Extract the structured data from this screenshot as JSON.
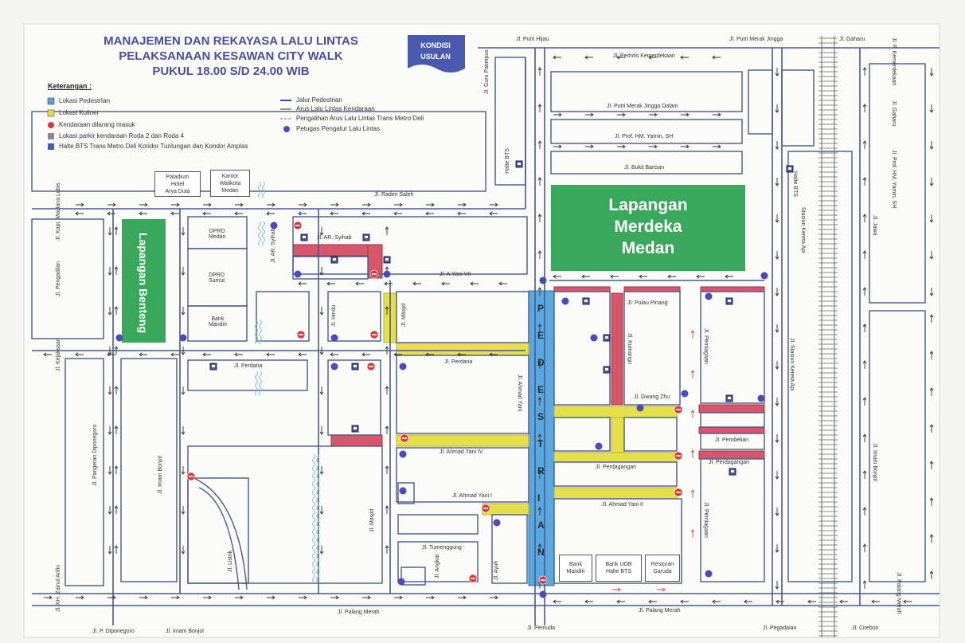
{
  "title": {
    "line1": "MANAJEMEN DAN REKAYASA LALU LINTAS",
    "line2": "PELAKSANAAN KESAWAN CITY WALK",
    "line3": "PUKUL 18.00 S/D 24.00 WIB"
  },
  "kondisi": {
    "line1": "KONDISI",
    "line2": "USULAN"
  },
  "legend": {
    "heading": "Keterangan :",
    "left": [
      {
        "text": "Lokasi PedestrIan",
        "color": "#5aa0d8"
      },
      {
        "text": "Lokasi Kuliner",
        "color": "#e8e04a"
      },
      {
        "text": "Kendaraan dilarang masuk",
        "color": "#d63a3a"
      },
      {
        "text": "Lokasi parkir kendaraan Roda 2 dan Roda 4",
        "color": "#8a8a8a"
      },
      {
        "text": "Halte BTS Trans Metro Deli Koridor Tuntungan dan Kondor Amplas",
        "color": "#4a5ab0"
      }
    ],
    "right": [
      {
        "text": "Jalur Pedestrian",
        "color": "#3a4aa0"
      },
      {
        "text": "Arus Lalu Lintas Kendaraan",
        "color": "#333333"
      },
      {
        "text": "Pengalihan Arus Lalu Lintas Trans Metro Deli",
        "color": "#e84a4a"
      },
      {
        "text": "Petugas Pengatur Lalu Lintas",
        "color": "#4a4ab8"
      }
    ]
  },
  "colors": {
    "pedestrian": "#5aa8e0",
    "kuliner": "#e6df4c",
    "blocked": "#d8566a",
    "field": "#3aa85a",
    "road_edge": "#4a5a8a",
    "officer": "#4a4ab8"
  },
  "areas": {
    "merdeka": [
      "Lapangan",
      "Merdeka",
      "Medan"
    ],
    "benteng": "Lapangan Benteng",
    "pedestrian_letters": [
      "P",
      "E",
      "D",
      "E",
      "S",
      "T",
      "R",
      "I",
      "A",
      "N"
    ]
  },
  "buildings": {
    "paladium": [
      "Paladium",
      "Hotel",
      "Arya Duta"
    ],
    "walikota": [
      "Kantor",
      "Walikota",
      "Medan"
    ],
    "dprd_medan": [
      "DPRD",
      "Medan"
    ],
    "dprd_sumut": [
      "DPRD",
      "Sumut"
    ],
    "bank_mandiri_1": [
      "Bank",
      "Mandiri"
    ],
    "bank_mandiri_2": [
      "Bank",
      "Mandiri"
    ],
    "bank_uob": [
      "Bank UOB"
    ],
    "halte_bts": "Halte BTS",
    "restoran": [
      "Restoran",
      "Garuda"
    ]
  },
  "streets": {
    "putri_hijau": "Jl. Putri Hijau",
    "putri_merak_jingga": "Jl. Putri Merak Jingga",
    "gaharu_top": "Jl. Gaharu",
    "perintis": "Jl. Perintis Kemerdekaan",
    "putri_merak_dalam": "Jl. Putri Merak Jingga Dalam",
    "yamin_h": "Jl. Prof. HM. Yamin, SH",
    "bukit_barisan": "Jl. Bukit Barisan",
    "raden_saleh": "Jl. Raden Saleh",
    "ar_syihab": "Jl. AR. Syihab",
    "ar_syihab_v": "Jl. AR. Syihab",
    "a_yani_vii": "Jl. A.Yani VII",
    "pulau_pinang": "Jl. Pulau Pinang",
    "perdana_left": "Jl. Perdana",
    "perdana_mid": "Jl. Perdana",
    "gwang_zhu": "Jl. Gwang Zhu",
    "pembelian": "Jl. Pembelian",
    "ahmad_yani_iv": "Jl. Ahmad Yani IV",
    "perdagangan_mid": "Jl. Perdagangan",
    "perdagangan_right": "Jl. Perdagangan",
    "ahmad_yani_i": "Jl. Ahmad Yani I",
    "ahmad_yani_ii": "Jl. Ahmad Yani II",
    "tumenggung": "Jl. Tumenggung",
    "palang_merah_1": "Jl. Palang Merah",
    "palang_merah_2": "Jl. Palang Merah",
    "pemuda": "Jl. Pemuda",
    "pegadaian": "Jl. Pegadaian",
    "cirebon": "Jl. Cirebon",
    "p_diponegoro": "Jl. P. Diponegoro",
    "imam_bonjol_b": "Jl. Imam Bonjol",
    "guru_patimpus": "Jl. Guru Patimpus",
    "halte_bts_v": "Halte BTS",
    "kapt_maulana": "Jl. Kapt. Maulana Lubis",
    "pengadilan": "Jl. Pengadilan",
    "kejaksaan": "Jl. Kejaksaan",
    "pangeran_dipo": "Jl. Pangeran Diponegoro",
    "zainul_arifin": "Jl. KH. Zainul Arifin",
    "imam_bonjol_v": "Jl. Imam Bonjol",
    "listrik": "Jl. Listrik",
    "masjid_lower": "Jl. Masjid",
    "masjid_upper": "Jl. Masjid",
    "hindu": "Jl. Hindu",
    "ahmad_yani_v": "Jl. Ahmad Yani",
    "ayuh": "Jl. Ayuh",
    "angkat": "Jl. Angkat",
    "kumango": "Jl. Kumango",
    "perniagaan_upper": "Jl. Perniagaan",
    "perniagaan_lower": "Jl. Perniagaan",
    "stasiun_kereta": "Jl. Stasiun Kereta Api",
    "stasiun_label": "Stasiun Kereta Api",
    "halte_bts_v2": "Halte BTS",
    "p_kemerdekaan": "Jl. P. Kemerdekaan",
    "gaharu_v": "Jl. Gaharu",
    "yamin_v": "Jl. Prof. HM. Yamin, SH",
    "jawa": "Jl. Jawa",
    "imam_bonjol_right": "Jl. Imam Bonjol",
    "palang_merah_v": "Jl. Palang Merah"
  }
}
